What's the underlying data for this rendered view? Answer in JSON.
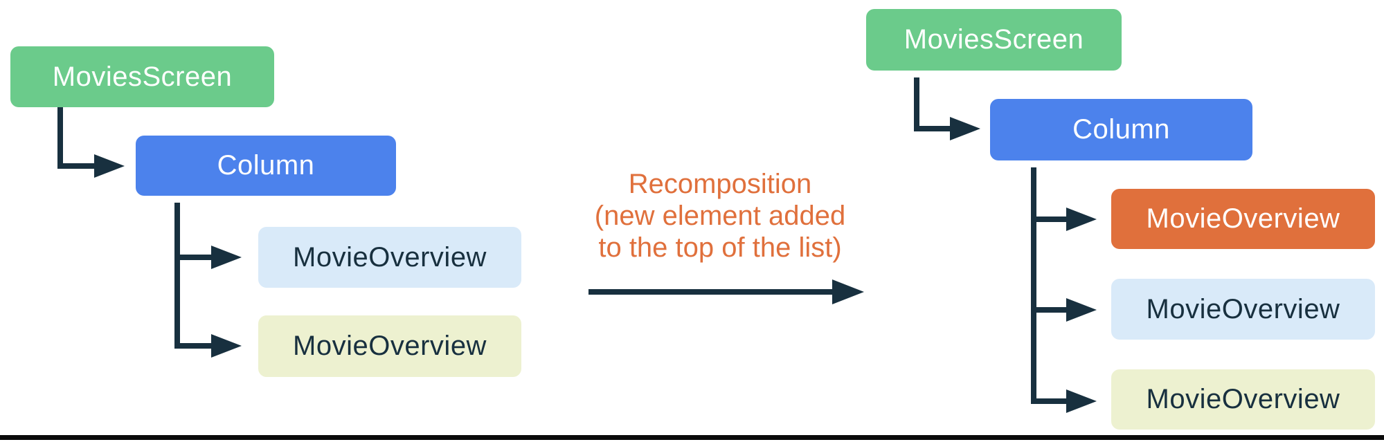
{
  "diagram": {
    "before": {
      "root": "MoviesScreen",
      "container": "Column",
      "children": [
        {
          "label": "MovieOverview",
          "variant": "light-blue"
        },
        {
          "label": "MovieOverview",
          "variant": "light-yellow"
        }
      ]
    },
    "after": {
      "root": "MoviesScreen",
      "container": "Column",
      "children": [
        {
          "label": "MovieOverview",
          "variant": "orange-new-element"
        },
        {
          "label": "MovieOverview",
          "variant": "light-blue"
        },
        {
          "label": "MovieOverview",
          "variant": "light-yellow"
        }
      ]
    },
    "transition_label": {
      "line1": "Recomposition",
      "line2": "(new element added",
      "line3": "to the top of the list)"
    },
    "colors": {
      "root_green": "#6BCB8B",
      "column_blue": "#4C82EC",
      "item_light_blue": "#D9EAF9",
      "item_light_yellow": "#EDF1D0",
      "item_new_orange": "#E0703C",
      "connector_navy": "#18303F",
      "transition_text_orange": "#E0703C",
      "bottom_rule_black": "#0a0a0a"
    }
  }
}
